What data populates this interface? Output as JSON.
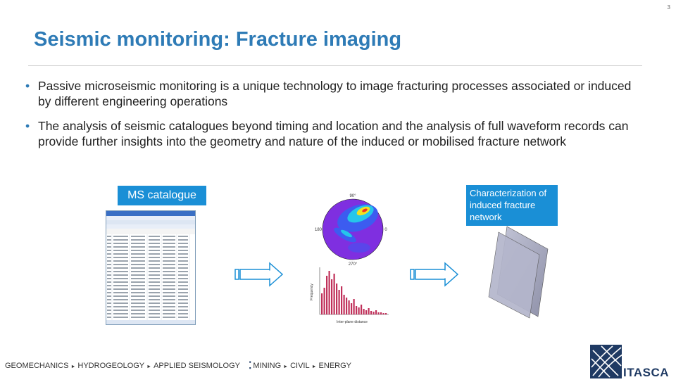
{
  "slide_number": "3",
  "title": "Seismic monitoring: Fracture imaging",
  "bullets": [
    {
      "marker": "•",
      "text": "Passive microseismic monitoring is a unique technology to image fracturing processes associated or induced by different engineering operations"
    },
    {
      "marker": "•",
      "text": "The  analysis of seismic catalogues beyond timing and location and the analysis of full waveform records can provide further insights into the geometry and nature of the induced or mobilised fracture network"
    }
  ],
  "labels": {
    "ms_catalogue": "MS catalogue",
    "characterization": "Characterization of induced fracture network"
  },
  "polar_plot": {
    "top": "90°",
    "bottom": "270°",
    "left": "180",
    "right": "0"
  },
  "histogram": {
    "ylabel": "Frequency",
    "xlabel": "Inter-plane distance"
  },
  "footer": {
    "items": [
      "GEOMECHANICS",
      "HYDROGEOLOGY",
      "APPLIED SEISMOLOGY",
      "MINING",
      "CIVIL",
      "ENERGY"
    ],
    "separator": "►",
    "group_separator": "⁚"
  },
  "logo": {
    "text": "ITASCA"
  },
  "colors": {
    "accent": "#2e7bb6",
    "label_bg": "#1a8fd6",
    "brand": "#1f3a63"
  }
}
